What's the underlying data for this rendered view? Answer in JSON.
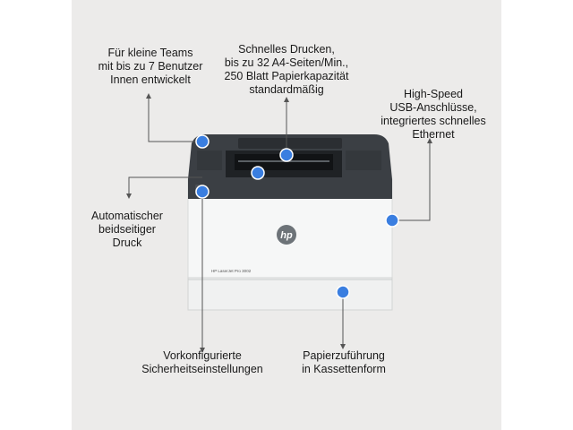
{
  "callouts": {
    "teams": "Für kleine Teams\nmit bis zu 7 Benutzer\nInnen entwickelt",
    "printing": "Schnelles Drucken,\nbis zu 32 A4-Seiten/Min.,\n250 Blatt Papierkapazität\nstandardmäßig",
    "usb": "High-Speed\nUSB-Anschlüsse,\nintegriertes schnelles\nEthernet",
    "duplex": "Automatischer\nbeidseitiger\nDruck",
    "security": "Vorkonfigurierte\nSicherheitseinstellungen",
    "tray": "Papierzuführung\nin Kassettenform"
  },
  "printer": {
    "logo": "hp",
    "model_label": "HP LaserJet Pro 3002"
  },
  "colors": {
    "background": "#ecebea",
    "marker": "#3a7ee0",
    "line": "#555555",
    "printer_body": "#f4f5f5",
    "printer_top": "#3a3e43"
  }
}
